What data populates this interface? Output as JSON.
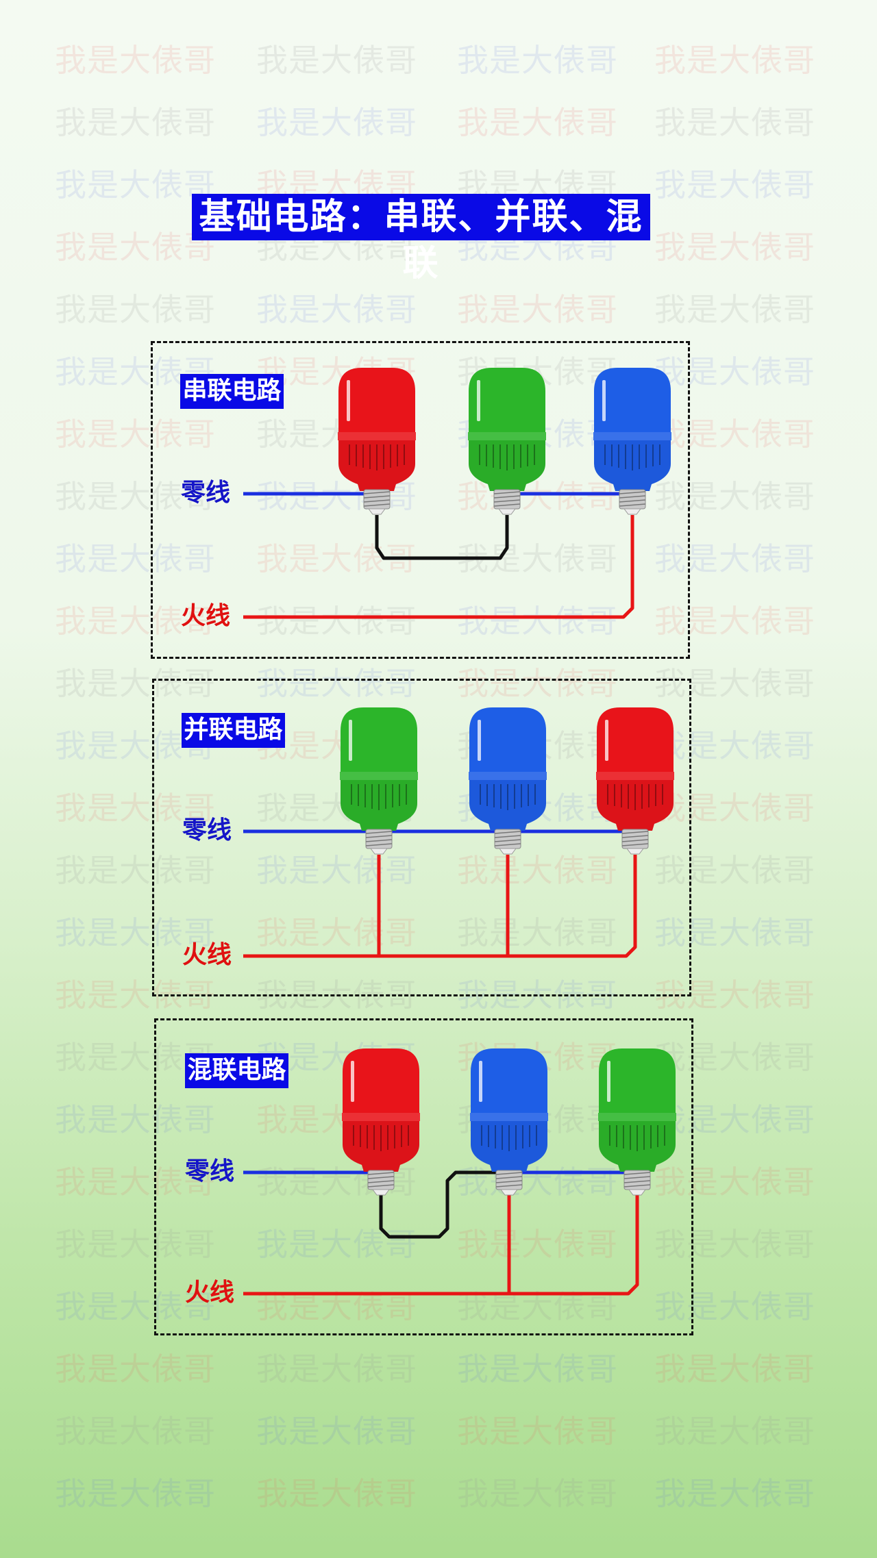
{
  "title": "基础电路：串联、并联、混联",
  "watermark": "我是大俵哥",
  "labels": {
    "neutral": "零线",
    "live": "火线"
  },
  "colors": {
    "neutral_wire": "#1a2fe0",
    "live_wire": "#e81515",
    "jumper_wire": "#111111",
    "label_bg": "#0a0ae6",
    "red": "#e8141a",
    "green": "#2cb52a",
    "blue": "#1e5ee6"
  },
  "sections": [
    {
      "name": "串联电路",
      "bulbs": [
        "red",
        "green",
        "blue"
      ]
    },
    {
      "name": "并联电路",
      "bulbs": [
        "green",
        "blue",
        "red"
      ]
    },
    {
      "name": "混联电路",
      "bulbs": [
        "red",
        "blue",
        "green"
      ]
    }
  ]
}
